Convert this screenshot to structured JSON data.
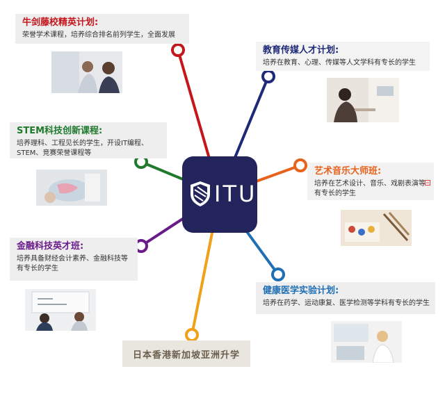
{
  "center": {
    "logo_text": "ITU"
  },
  "programs": [
    {
      "key": "ivy",
      "title": "牛剑藤校精英计划:",
      "desc": "荣誉学术课程，培养综合排名前列学生，全面发展",
      "color": "#c4161c"
    },
    {
      "key": "media",
      "title": "教育传媒人才计划:",
      "desc": "培养在教育、心理、传媒等人文学科有专长的学生",
      "color": "#1e2a78"
    },
    {
      "key": "stem",
      "title": "STEM科技创新课程:",
      "desc": "培养理科、工程见长的学生，开设IT编程、STEM、竞赛荣誉课程等",
      "color": "#1f7a2e"
    },
    {
      "key": "arts",
      "title": "艺术音乐大师班:",
      "desc": "培养在艺术设计、音乐、戏剧表演等有专长的学生",
      "color": "#e8621c"
    },
    {
      "key": "finance",
      "title": "金融科技英才班:",
      "desc": "培养具备财经会计素养、金融科技等有专长的学生",
      "color": "#6a1b8a"
    },
    {
      "key": "health",
      "title": "健康医学实验计划:",
      "desc": "培养在药学、运动康复、医学检测等学科有专长的学生",
      "color": "#1f6fb5"
    }
  ],
  "bottom": {
    "label": "日本香港新加坡亚洲升学",
    "color": "#f0a11a"
  }
}
